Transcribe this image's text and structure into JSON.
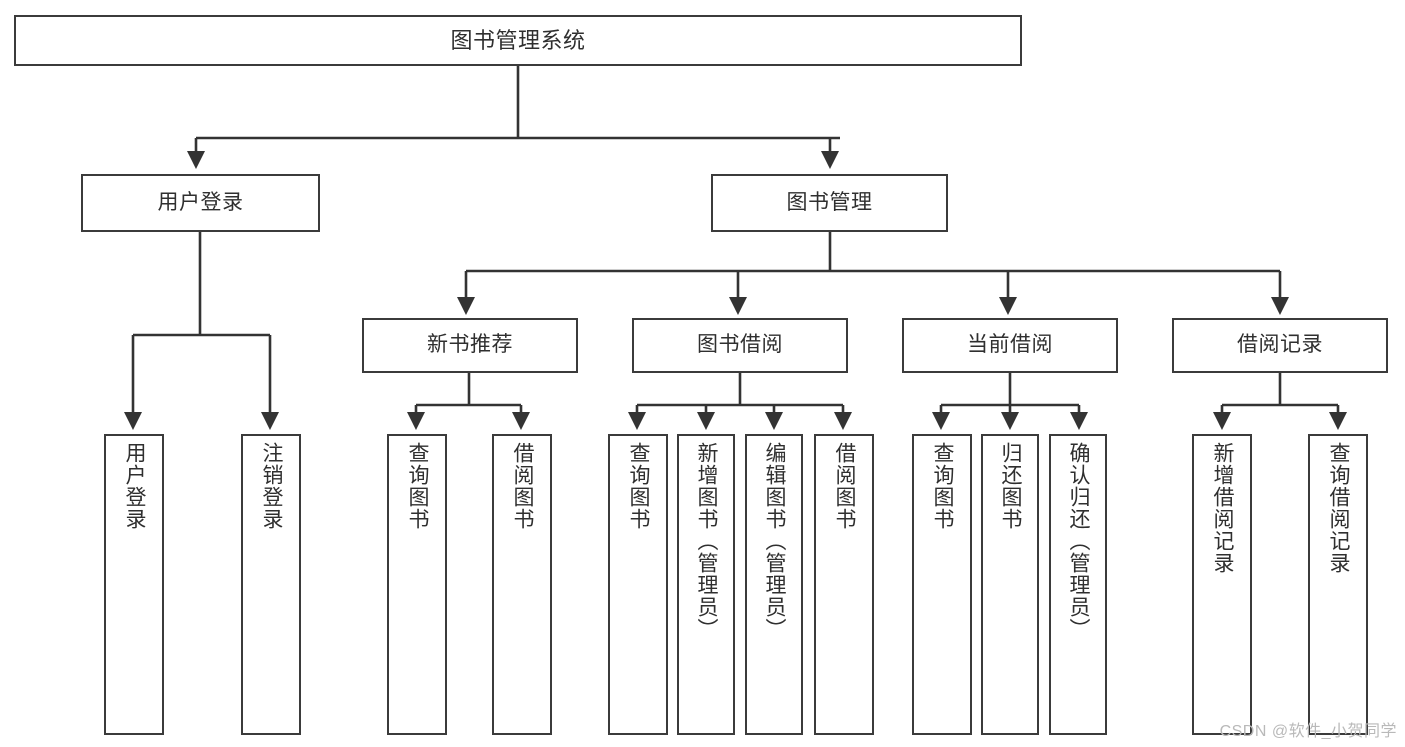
{
  "diagram": {
    "title": "图书管理系统",
    "type": "tree",
    "stroke_color": "#3b3b3b",
    "text_color": "#2f2f2f",
    "background": "#ffffff"
  },
  "root": {
    "label": "图书管理系统"
  },
  "level2": [
    {
      "label": "用户登录"
    },
    {
      "label": "图书管理"
    }
  ],
  "level3": [
    {
      "label": "新书推荐"
    },
    {
      "label": "图书借阅"
    },
    {
      "label": "当前借阅"
    },
    {
      "label": "借阅记录"
    }
  ],
  "leaves": {
    "user_login": [
      {
        "label": "用户登录"
      },
      {
        "label": "注销登录"
      }
    ],
    "new_book": [
      {
        "label": "查询图书"
      },
      {
        "label": "借阅图书"
      }
    ],
    "book_borrow": [
      {
        "label": "查询图书"
      },
      {
        "label": "新增图书（管理员）"
      },
      {
        "label": "编辑图书（管理员）"
      },
      {
        "label": "借阅图书"
      }
    ],
    "current_borrow": [
      {
        "label": "查询图书"
      },
      {
        "label": "归还图书"
      },
      {
        "label": "确认归还（管理员）"
      }
    ],
    "borrow_record": [
      {
        "label": "新增借阅记录"
      },
      {
        "label": "查询借阅记录"
      }
    ]
  },
  "watermark": {
    "text": "CSDN @软件_小贺同学"
  }
}
